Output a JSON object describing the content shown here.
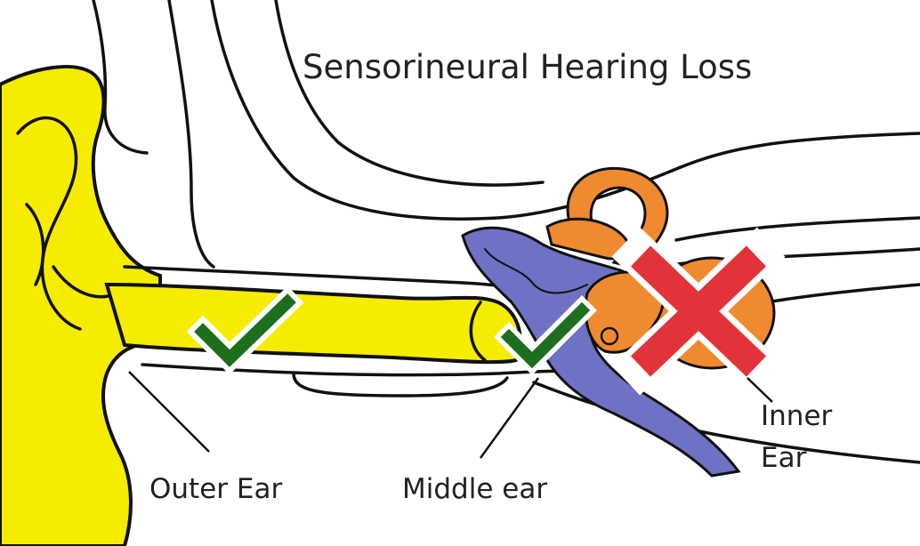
{
  "title": "Sensorineural Hearing Loss",
  "parts": {
    "outer": {
      "label": "Outer Ear",
      "status": "check"
    },
    "middle": {
      "label": "Middle ear",
      "status": "check"
    },
    "inner": {
      "label_line1": "Inner",
      "label_line2": "Ear",
      "status": "cross"
    }
  },
  "colors": {
    "outer_ear": "#f5ec00",
    "middle_ear": "#6e72c4",
    "inner_ear": "#f08a30",
    "check": "#1d6e1d",
    "cross": "#e2323a",
    "outline": "#111111"
  },
  "icons": {
    "ok": "check-icon",
    "damaged": "cross-icon"
  }
}
